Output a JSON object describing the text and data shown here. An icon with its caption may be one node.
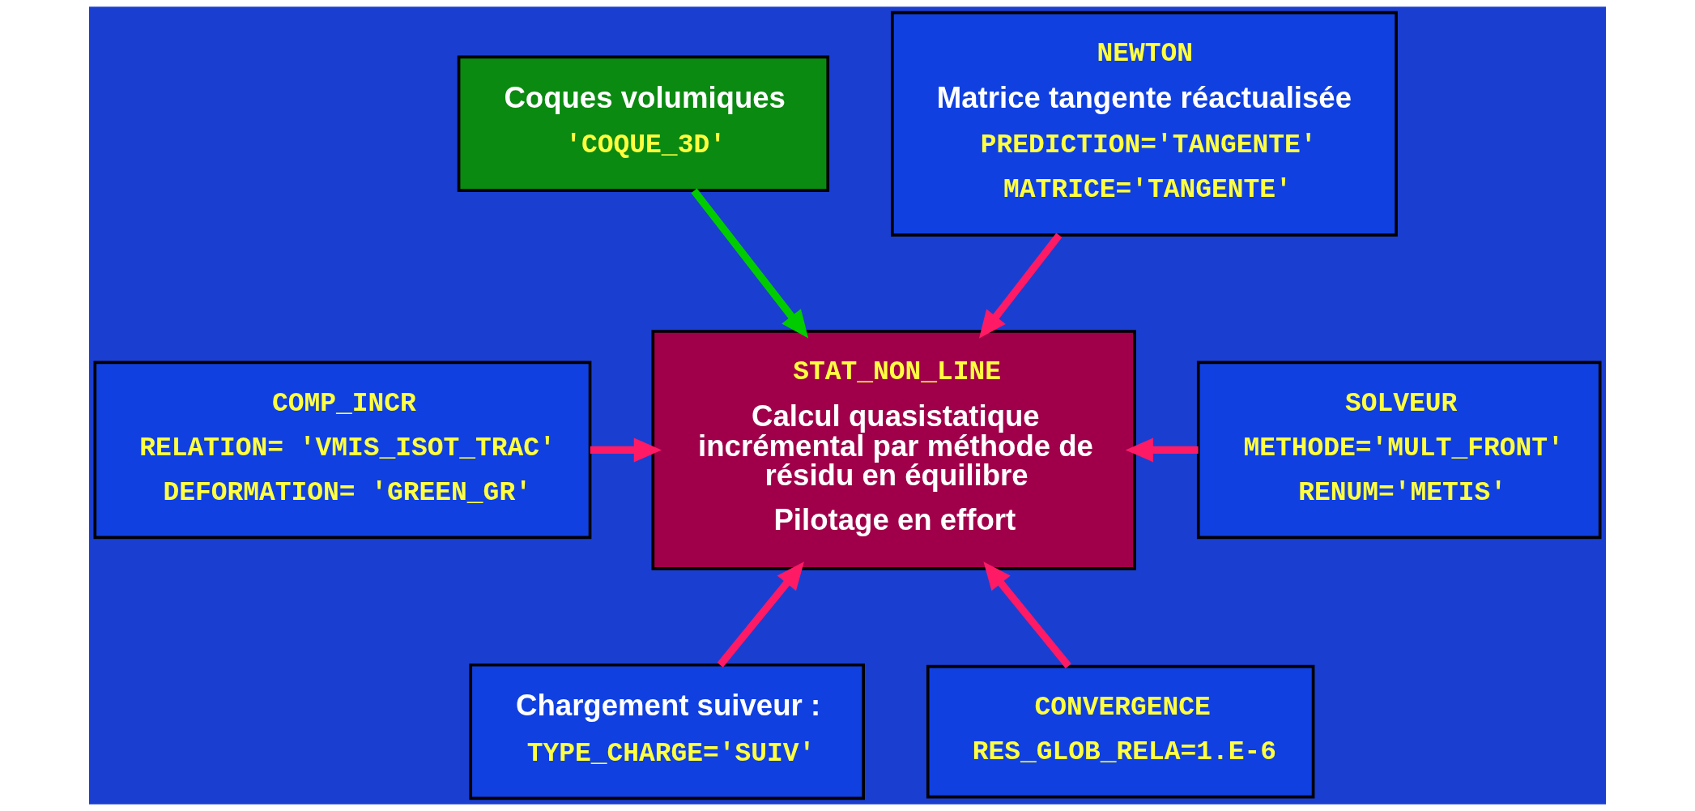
{
  "diagram": {
    "nodes": [
      {
        "text": [
          "Coques volumiques",
          "'COQUE_3D'"
        ]
      },
      {
        "text": [
          "NEWTON",
          "Matrice tangente réactualisée",
          "PREDICTION='TANGENTE'",
          "MATRICE='TANGENTE'"
        ]
      },
      {
        "text": [
          "COMP_INCR",
          "RELATION= 'VMIS_ISOT_TRAC'",
          "DEFORMATION= 'GREEN_GR'"
        ]
      },
      {
        "text": [
          "STAT_NON_LINE",
          "Calcul quasistatique incrémental par méthode de résidu en équilibre",
          "Pilotage en effort"
        ]
      },
      {
        "text": [
          "SOLVEUR",
          "METHODE='MULT_FRONT'",
          "RENUM='METIS'"
        ]
      },
      {
        "text": [
          "Chargement suiveur :",
          "TYPE_CHARGE='SUIV'"
        ]
      },
      {
        "text": [
          "CONVERGENCE",
          "RES_GLOB_RELA=1.E-6"
        ]
      }
    ],
    "edges": [
      {
        "from": 0,
        "to": 3,
        "arrow": "to",
        "color": "#00cc00"
      },
      {
        "from": 1,
        "to": 3,
        "arrow": "to"
      },
      {
        "from": 2,
        "to": 3,
        "arrow": "to"
      },
      {
        "from": 4,
        "to": 3,
        "arrow": "to"
      },
      {
        "from": 5,
        "to": 3,
        "arrow": "to"
      },
      {
        "from": 6,
        "to": 3,
        "arrow": "to"
      }
    ]
  }
}
